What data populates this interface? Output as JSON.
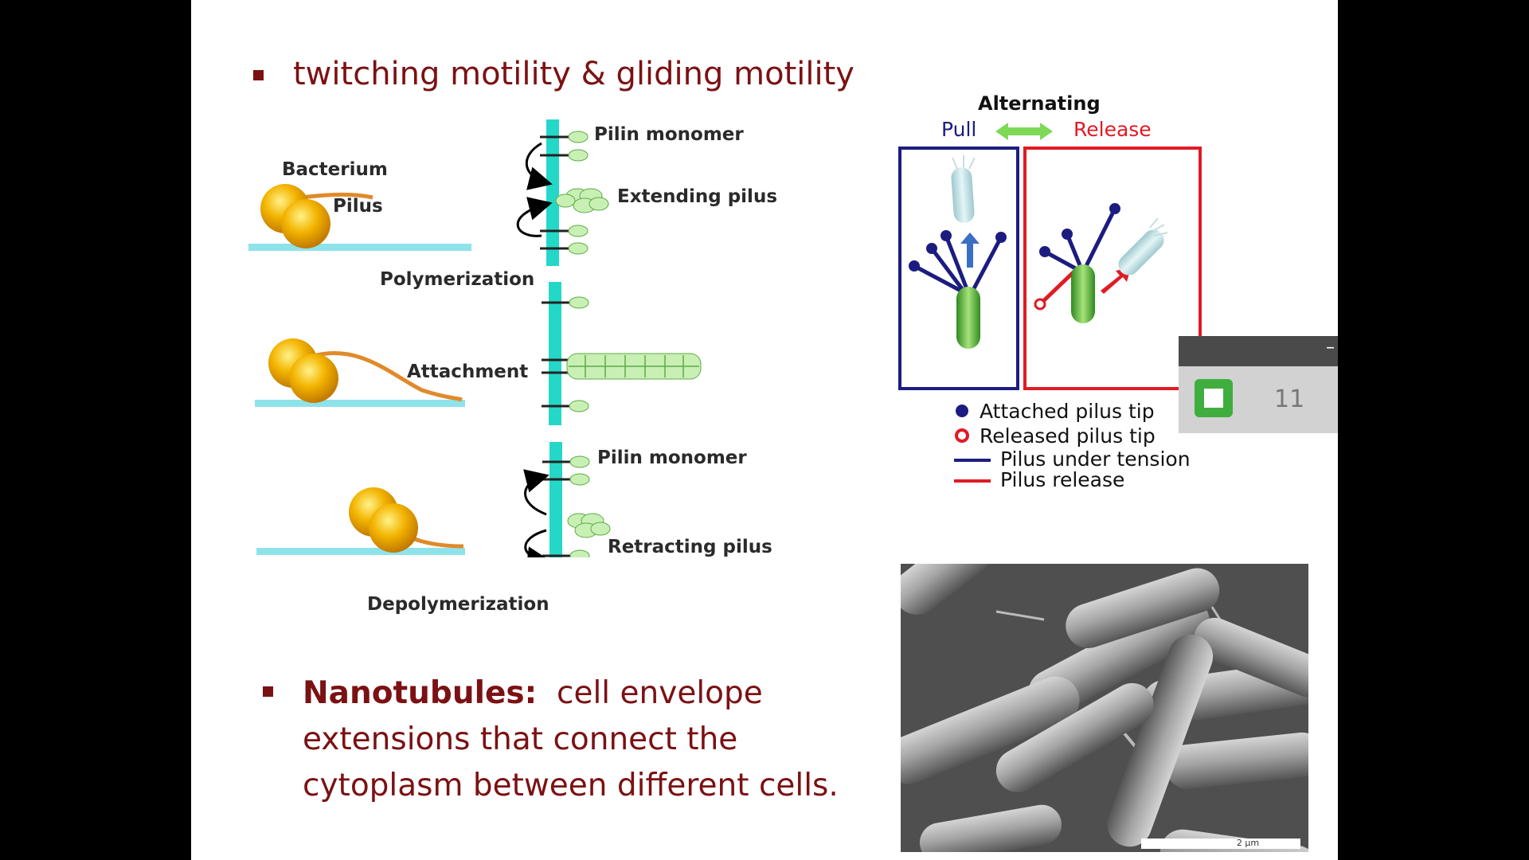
{
  "bullets": {
    "motility": "twitching motility & gliding motility",
    "nanotubules_term": "Nanotubules:",
    "nanotubules_line1": "cell envelope",
    "nanotubules_line2": "extensions that connect the",
    "nanotubules_line3": "cytoplasm between different cells."
  },
  "pilus_diagram": {
    "bacterium": "Bacterium",
    "pilus": "Pilus",
    "pilin_monomer_top": "Pilin monomer",
    "extending_pilus": "Extending pilus",
    "polymerization": "Polymerization",
    "attachment": "Attachment",
    "pilin_monomer_bottom": "Pilin monomer",
    "retracting_pilus": "Retracting pilus",
    "depolymerization": "Depolymerization"
  },
  "pull_release": {
    "alternating": "Alternating",
    "pull": "Pull",
    "release": "Release",
    "legend": {
      "attached_tip": "Attached pilus tip",
      "released_tip": "Released pilus tip",
      "tension": "Pilus under tension",
      "release_line": "Pilus release"
    }
  },
  "micrograph": {
    "scale_bar": "2 µm"
  },
  "overlay": {
    "slide_number": "11",
    "dash": "–"
  },
  "colors": {
    "heading": "#7b1113",
    "membrane": "#24d8c8",
    "pull_box": "#1c1c80",
    "release_box": "#e01b24",
    "cell_green": "#3fa82f"
  }
}
